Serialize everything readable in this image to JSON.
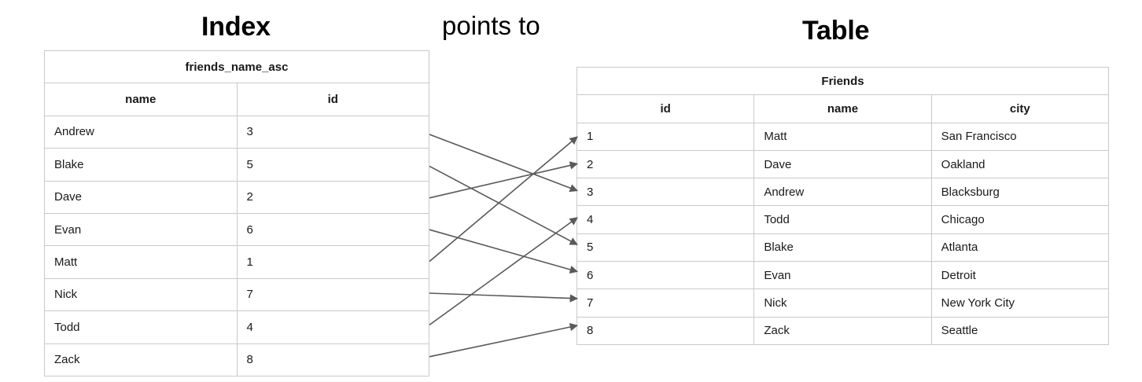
{
  "titles": {
    "index": "Index",
    "table": "Table",
    "relation": "points to"
  },
  "index_table": {
    "caption": "friends_name_asc",
    "columns": [
      "name",
      "id"
    ],
    "rows": [
      {
        "name": "Andrew",
        "id": "3"
      },
      {
        "name": "Blake",
        "id": "5"
      },
      {
        "name": "Dave",
        "id": "2"
      },
      {
        "name": "Evan",
        "id": "6"
      },
      {
        "name": "Matt",
        "id": "1"
      },
      {
        "name": "Nick",
        "id": "7"
      },
      {
        "name": "Todd",
        "id": "4"
      },
      {
        "name": "Zack",
        "id": "8"
      }
    ]
  },
  "friends_table": {
    "caption": "Friends",
    "columns": [
      "id",
      "name",
      "city"
    ],
    "rows": [
      {
        "id": "1",
        "name": "Matt",
        "city": "San Francisco"
      },
      {
        "id": "2",
        "name": "Dave",
        "city": "Oakland"
      },
      {
        "id": "3",
        "name": "Andrew",
        "city": "Blacksburg"
      },
      {
        "id": "4",
        "name": "Todd",
        "city": "Chicago"
      },
      {
        "id": "5",
        "name": "Blake",
        "city": "Atlanta"
      },
      {
        "id": "6",
        "name": "Evan",
        "city": "Detroit"
      },
      {
        "id": "7",
        "name": "Nick",
        "city": "New York City"
      },
      {
        "id": "8",
        "name": "Zack",
        "city": "Seattle"
      }
    ]
  },
  "mapping": {
    "description": "Each index row points to the table row with the matching id",
    "links": [
      {
        "from_name": "Andrew",
        "to_id": "3"
      },
      {
        "from_name": "Blake",
        "to_id": "5"
      },
      {
        "from_name": "Dave",
        "to_id": "2"
      },
      {
        "from_name": "Evan",
        "to_id": "6"
      },
      {
        "from_name": "Matt",
        "to_id": "1"
      },
      {
        "from_name": "Nick",
        "to_id": "7"
      },
      {
        "from_name": "Todd",
        "to_id": "4"
      },
      {
        "from_name": "Zack",
        "to_id": "8"
      }
    ]
  },
  "colors": {
    "border": "#c9c9c9",
    "arrow": "#595959",
    "text": "#1a1a1a",
    "background": "#ffffff"
  }
}
